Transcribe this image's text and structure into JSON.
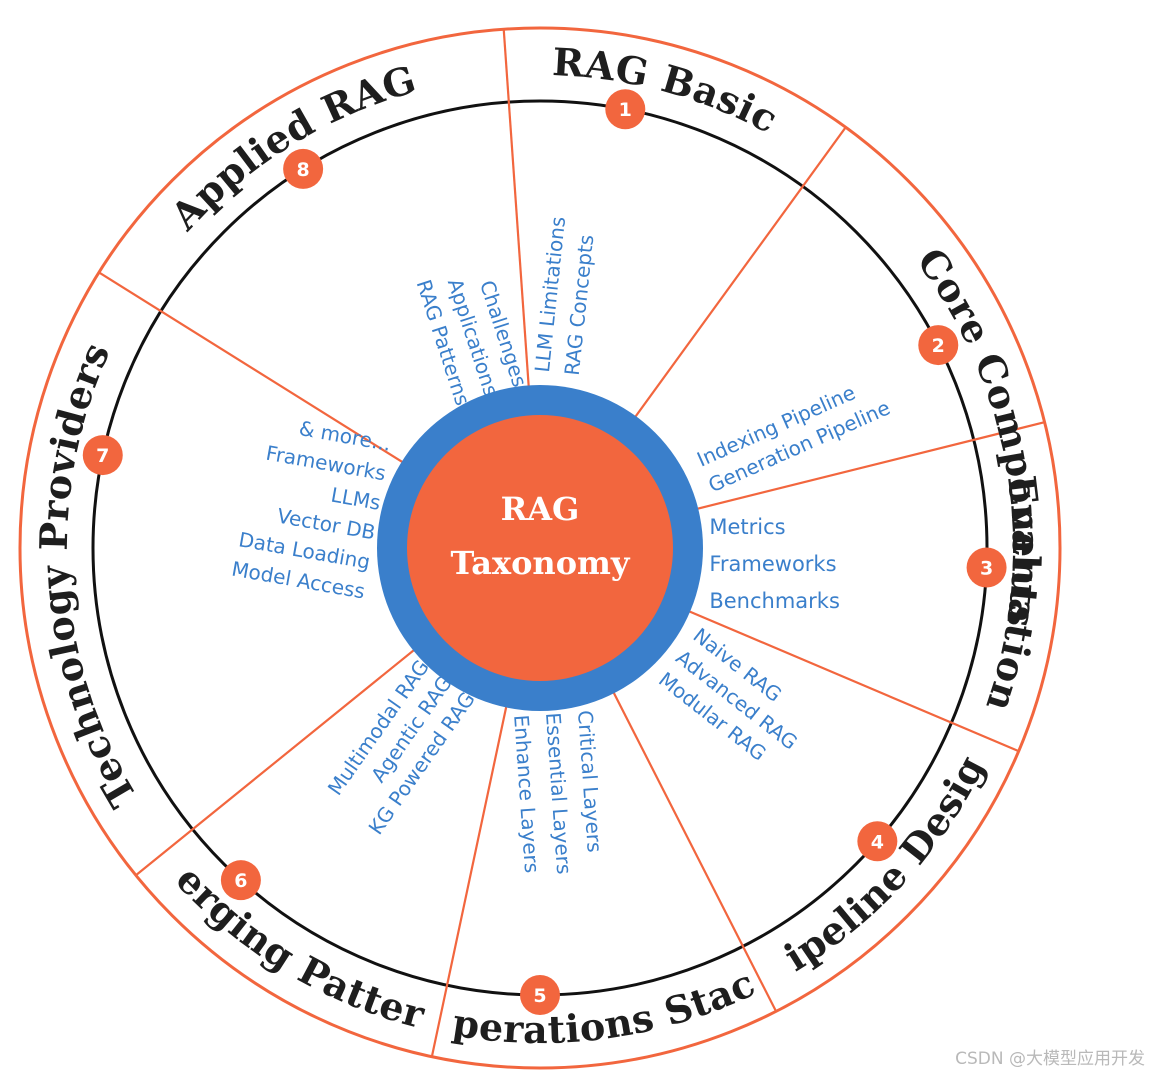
{
  "center": {
    "line1": "RAG",
    "line2": "Taxonomy"
  },
  "colors": {
    "accent": "#f2663e",
    "ring_blue": "#3a7fcb",
    "item_text": "#3a7fcb",
    "title_text": "#1e1e1e",
    "badge_text": "#ffffff"
  },
  "sections": [
    {
      "number": "1",
      "title": "RAG Basics",
      "items": [
        "LLM Limitations",
        "RAG Concepts"
      ]
    },
    {
      "number": "2",
      "title": "Core Components",
      "items": [
        "Indexing Pipeline",
        "Generation Pipeline"
      ]
    },
    {
      "number": "3",
      "title": "Evaluation",
      "items": [
        "Metrics",
        "Frameworks",
        "Benchmarks"
      ]
    },
    {
      "number": "4",
      "title": "Pipeline Design",
      "items": [
        "Naive RAG",
        "Advanced RAG",
        "Modular RAG"
      ]
    },
    {
      "number": "5",
      "title": "Operations Stack",
      "items": [
        "Critical Layers",
        "Essential Layers",
        "Enhance Layers"
      ]
    },
    {
      "number": "6",
      "title": "Emerging Patterns",
      "items": [
        "KG Powered RAG",
        "Agentic RAG",
        "Multimodal RAG"
      ]
    },
    {
      "number": "7",
      "title": "Technology Providers",
      "items": [
        "Model Access",
        "Data Loading",
        "Vector DB",
        "LLMs",
        "Frameworks",
        "& more..."
      ]
    },
    {
      "number": "8",
      "title": "Applied RAG",
      "items": [
        "RAG Patterns",
        "Applications",
        "Challenges"
      ]
    }
  ],
  "watermark": "CSDN @大模型应用开发"
}
